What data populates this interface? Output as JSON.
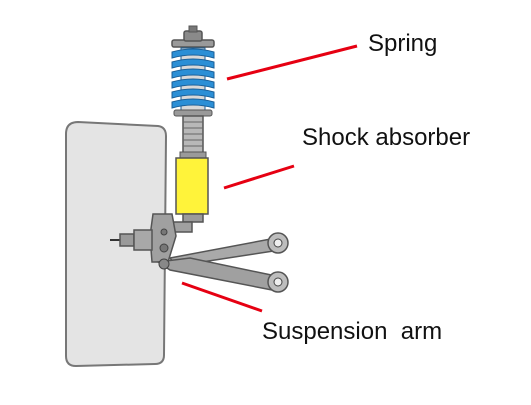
{
  "labels": {
    "spring": "Spring",
    "shock_absorber": "Shock absorber",
    "suspension_arm": "Suspension  arm"
  },
  "colors": {
    "leader_line": "#e60012",
    "spring": "#2b8fd6",
    "shock_body": "#fff33a",
    "tire": "#e4e4e4",
    "metal": "#9a9a9a",
    "outline": "#555555"
  }
}
